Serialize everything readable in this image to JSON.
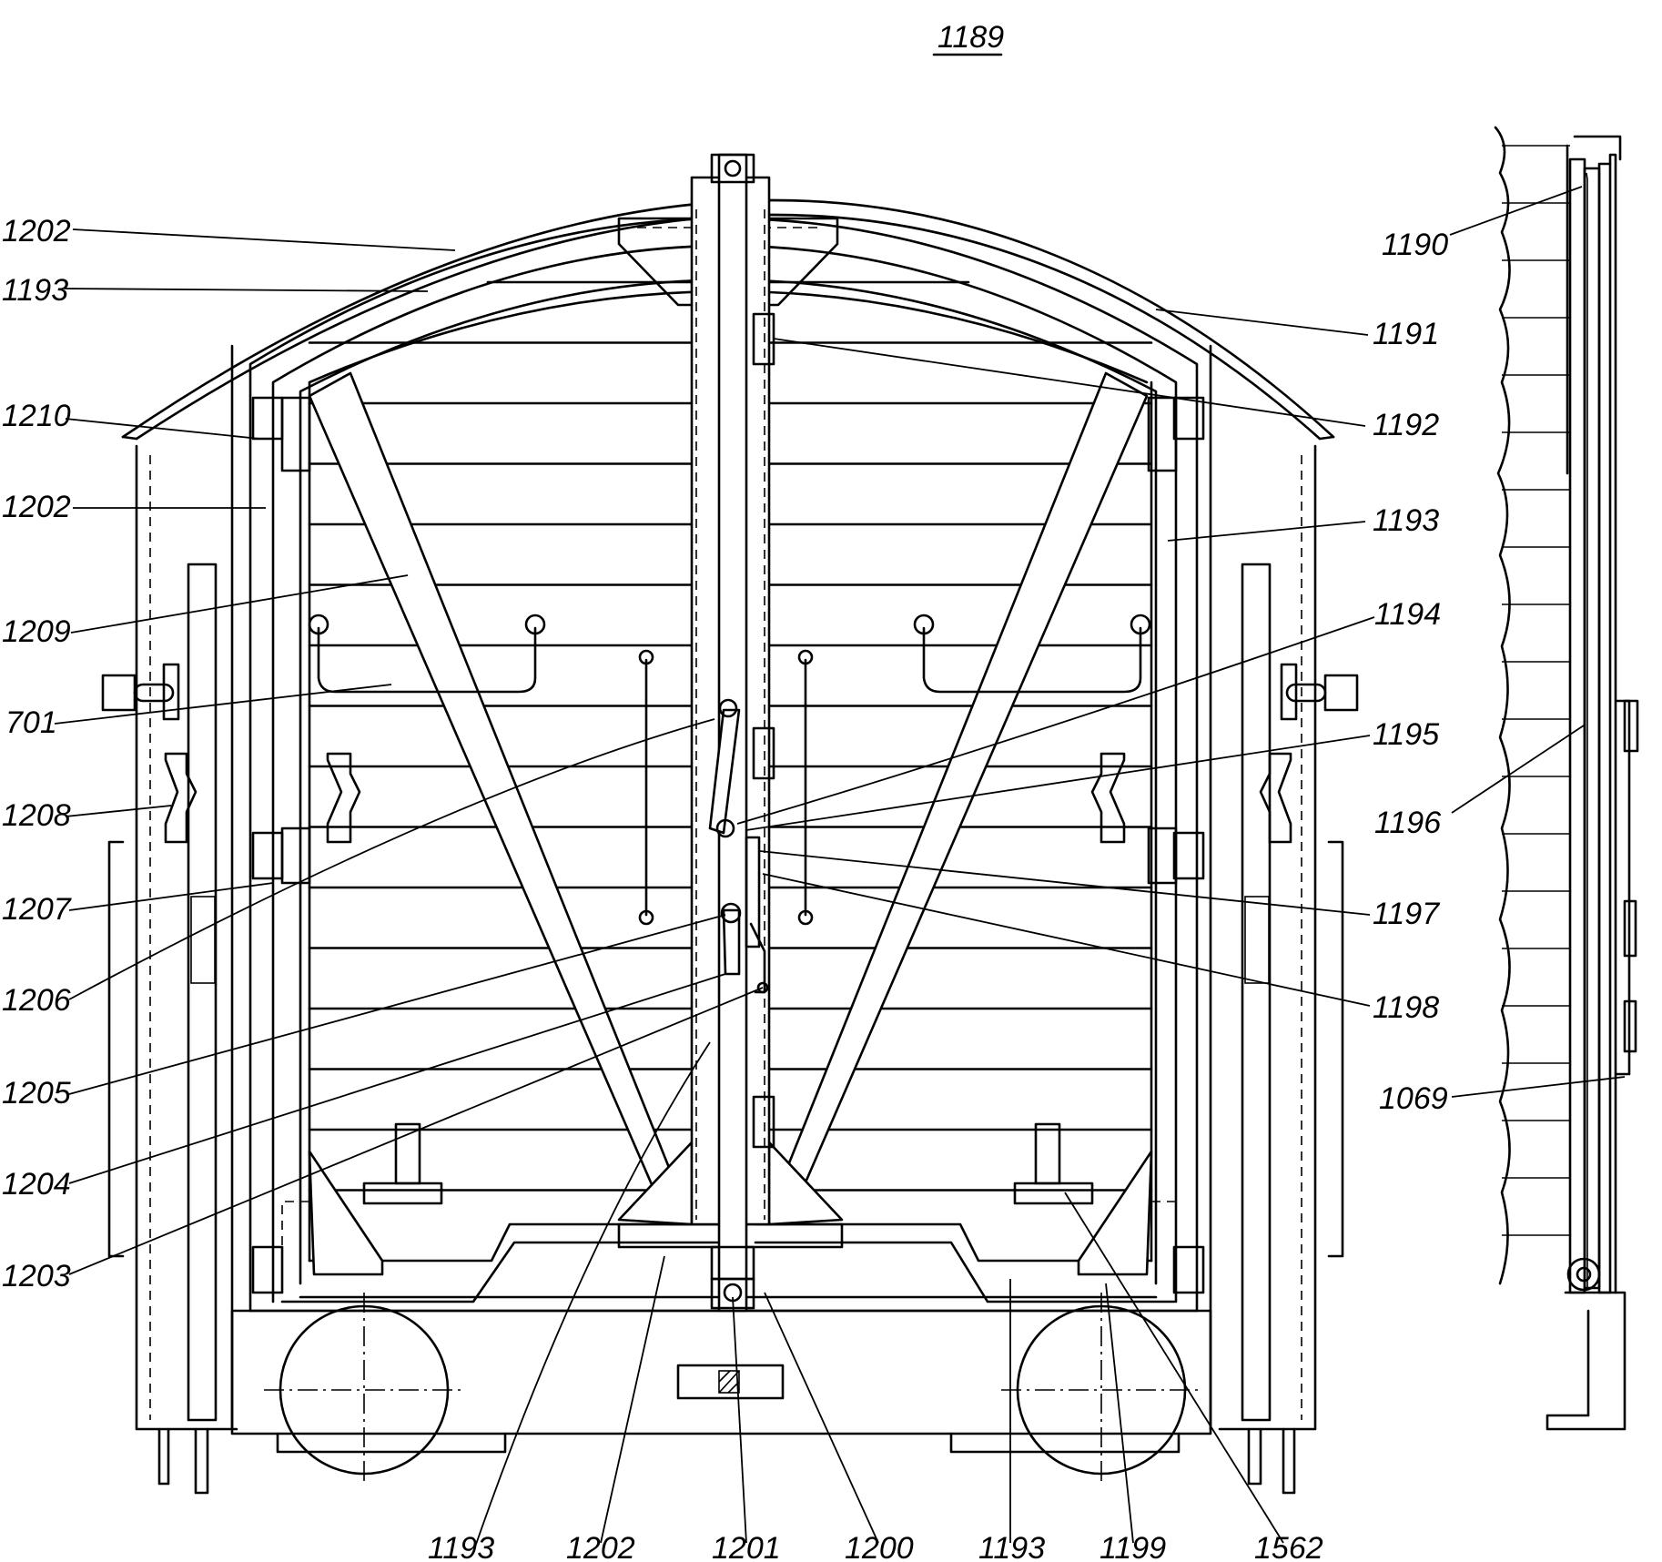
{
  "figure": {
    "number": "1189"
  },
  "callouts": [
    {
      "id": "l-1202-a",
      "text": "1202"
    },
    {
      "id": "l-1193-a",
      "text": "1193"
    },
    {
      "id": "l-1210",
      "text": "1210"
    },
    {
      "id": "l-1202-b",
      "text": "1202"
    },
    {
      "id": "l-1209",
      "text": "1209"
    },
    {
      "id": "l-701",
      "text": "701"
    },
    {
      "id": "l-1208",
      "text": "1208"
    },
    {
      "id": "l-1207",
      "text": "1207"
    },
    {
      "id": "l-1206",
      "text": "1206"
    },
    {
      "id": "l-1205",
      "text": "1205"
    },
    {
      "id": "l-1204",
      "text": "1204"
    },
    {
      "id": "l-1203",
      "text": "1203"
    },
    {
      "id": "l-1190",
      "text": "1190"
    },
    {
      "id": "l-1191",
      "text": "1191"
    },
    {
      "id": "l-1192",
      "text": "1192"
    },
    {
      "id": "l-1193-b",
      "text": "1193"
    },
    {
      "id": "l-1194",
      "text": "1194"
    },
    {
      "id": "l-1195",
      "text": "1195"
    },
    {
      "id": "l-1196",
      "text": "1196"
    },
    {
      "id": "l-1197",
      "text": "1197"
    },
    {
      "id": "l-1198",
      "text": "1198"
    },
    {
      "id": "l-1069",
      "text": "1069"
    },
    {
      "id": "l-1193-c",
      "text": "1193"
    },
    {
      "id": "l-1202-c",
      "text": "1202"
    },
    {
      "id": "l-1201",
      "text": "1201"
    },
    {
      "id": "l-1200",
      "text": "1200"
    },
    {
      "id": "l-1193-d",
      "text": "1193"
    },
    {
      "id": "l-1199",
      "text": "1199"
    },
    {
      "id": "l-1562",
      "text": "1562"
    }
  ]
}
